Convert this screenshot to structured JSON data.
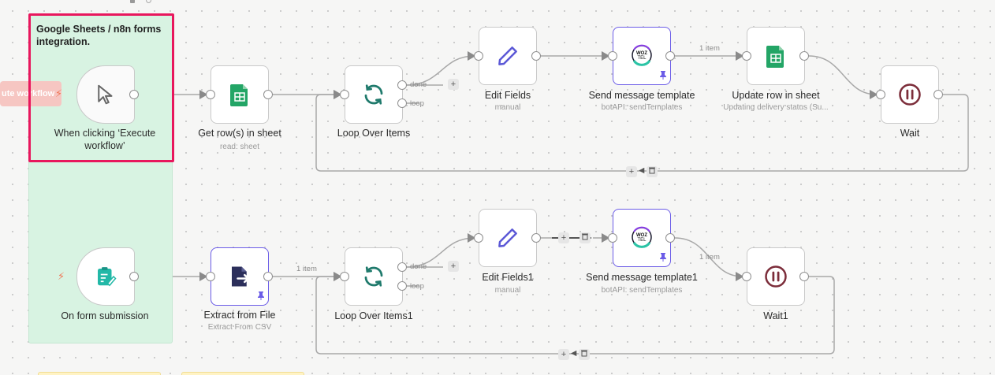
{
  "sticky_note": {
    "text": "Google Sheets / n8n forms integration."
  },
  "partial_node": {
    "label": "ute workflow"
  },
  "nodes": {
    "manual_trigger": {
      "label": "When clicking ‘Execute workflow’",
      "icon": "cursor-icon"
    },
    "get_rows": {
      "label": "Get row(s) in sheet",
      "sub": "read: sheet",
      "icon": "google-sheets-icon"
    },
    "loop1": {
      "label": "Loop Over Items",
      "icon": "loop-icon"
    },
    "edit_fields": {
      "label": "Edit Fields",
      "sub": "manual",
      "icon": "pencil-icon"
    },
    "send_msg": {
      "label": "Send message template",
      "sub": "botAPI: sendTemplates",
      "icon": "wozztel-icon"
    },
    "update_row": {
      "label": "Update row in sheet",
      "sub": "Updating delivery status (Su...",
      "icon": "google-sheets-icon"
    },
    "wait": {
      "label": "Wait",
      "icon": "pause-icon"
    },
    "form_trigger": {
      "label": "On form submission",
      "icon": "form-icon"
    },
    "extract": {
      "label": "Extract from File",
      "sub": "Extract From CSV",
      "icon": "file-export-icon"
    },
    "loop2": {
      "label": "Loop Over Items1",
      "icon": "loop-icon"
    },
    "edit_fields1": {
      "label": "Edit Fields1",
      "sub": "manual",
      "icon": "pencil-icon"
    },
    "send_msg1": {
      "label": "Send message template1",
      "sub": "botAPI: sendTemplates",
      "icon": "wozztel-icon"
    },
    "wait1": {
      "label": "Wait1",
      "icon": "pause-icon"
    }
  },
  "connections": {
    "done_label": "done",
    "loop_label": "loop",
    "item_count_1": "1 item",
    "item_count_2": "1 item",
    "item_count_3": "1 item"
  },
  "logo_text": "WOZ TEL",
  "colors": {
    "sheets_green": "#23a566",
    "loop_teal": "#1f7a6c",
    "pencil_purple": "#5b58d6",
    "wait_maroon": "#7c2d3a",
    "pin_purple": "#6b5ce7",
    "selection_pink": "#e8175d",
    "sticky_green": "#d8f3e2"
  }
}
